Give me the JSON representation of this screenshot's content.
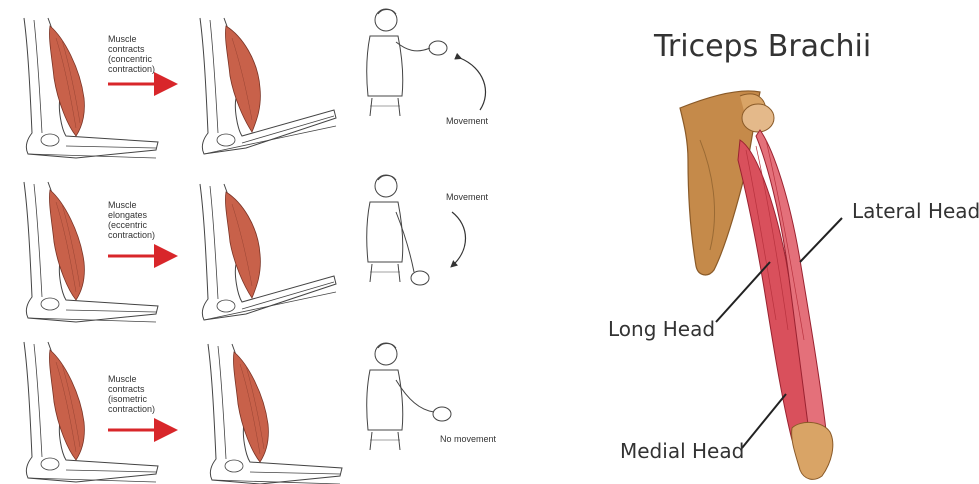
{
  "left": {
    "rows": [
      {
        "line1": "Muscle",
        "line2": "contracts",
        "line3": "(concentric",
        "line4": "contraction)",
        "movement": "Movement"
      },
      {
        "line1": "Muscle",
        "line2": "elongates",
        "line3": "(eccentric",
        "line4": "contraction)",
        "movement": "Movement"
      },
      {
        "line1": "Muscle",
        "line2": "contracts",
        "line3": "(isometric",
        "line4": "contraction)",
        "movement": "No movement"
      }
    ]
  },
  "right": {
    "title": "Triceps Brachii",
    "labels": {
      "lateral": "Lateral Head",
      "long": "Long Head",
      "medial": "Medial Head"
    }
  },
  "colors": {
    "muscle": "#c8614a",
    "arrow": "#d8262a",
    "bone": "#c58a4a",
    "triceps": "#d9505c"
  }
}
